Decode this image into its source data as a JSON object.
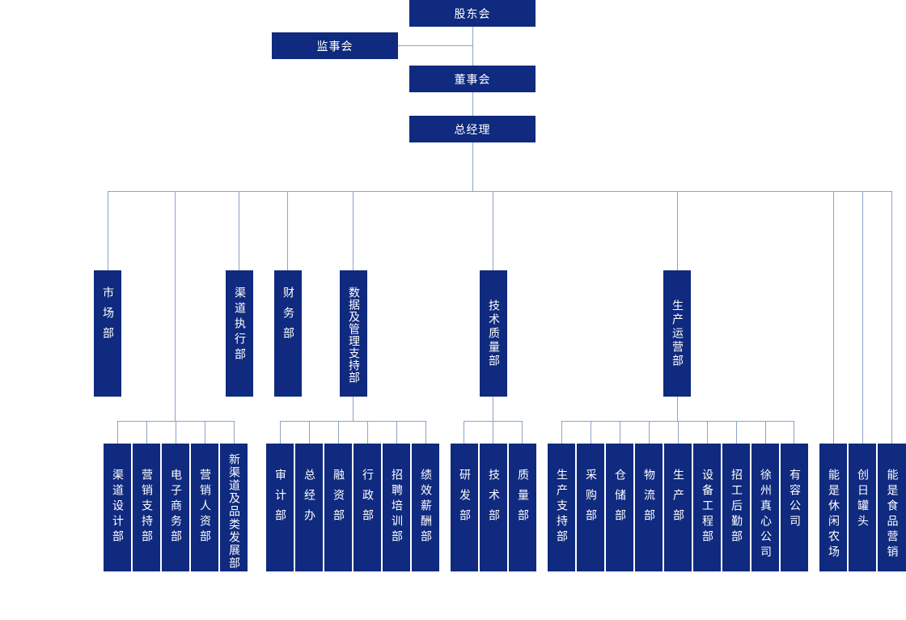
{
  "top": {
    "shareholders": "股东会",
    "supervisors": "监事会",
    "board": "董事会",
    "gm": "总经理"
  },
  "departments": {
    "market": "市场部",
    "channel_exec": "渠道执行部",
    "finance": "财务部",
    "data_mgmt": "数据及管理支持部",
    "tech_quality": "技术质量部",
    "production_ops": "生产运营部"
  },
  "market_subs": [
    "渠道设计部",
    "营销支持部",
    "电子商务部",
    "营销人资部",
    "新渠道及品类发展部"
  ],
  "data_subs": [
    "审计部",
    "总经办",
    "融资部",
    "行政部",
    "招聘培训部",
    "绩效薪酬部"
  ],
  "tech_subs": [
    "研发部",
    "技术部",
    "质量部"
  ],
  "production_subs": [
    "生产支持部",
    "采购部",
    "仓储部",
    "物流部",
    "生产部",
    "设备工程部",
    "招工后勤部",
    "徐州真心公司",
    "有容公司"
  ],
  "affiliates": [
    "能是休闲农场",
    "创日罐头",
    "能是食品营销"
  ],
  "colors": {
    "box": "#0f2a7e",
    "line": "#8ea2c8",
    "text": "#ffffff"
  }
}
